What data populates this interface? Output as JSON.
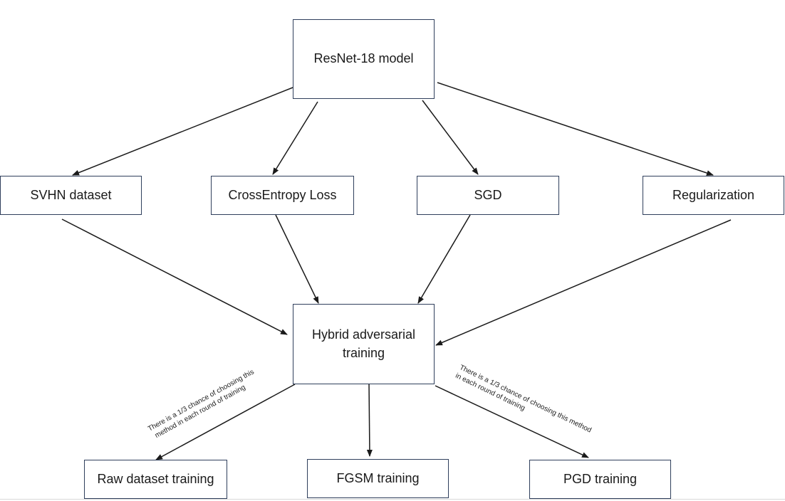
{
  "nodes": {
    "resnet": "ResNet-18 model",
    "svhn": "SVHN dataset",
    "crossentropy": "CrossEntropy Loss",
    "sgd": "SGD",
    "regularization": "Regularization",
    "hybrid_line1": "Hybrid adversarial",
    "hybrid_line2": "training",
    "raw": "Raw dataset training",
    "fgsm": "FGSM training",
    "pgd": "PGD training"
  },
  "edge_labels": {
    "left_line1": "There is a 1/3 chance of choosing this",
    "left_line2": "method in each round of training",
    "right_line1": "There is a 1/3 chance of choosing this method",
    "right_line2": "in each round of training"
  },
  "colors": {
    "box_border": "#2f3f5c",
    "arrow": "#1a1a1a"
  }
}
